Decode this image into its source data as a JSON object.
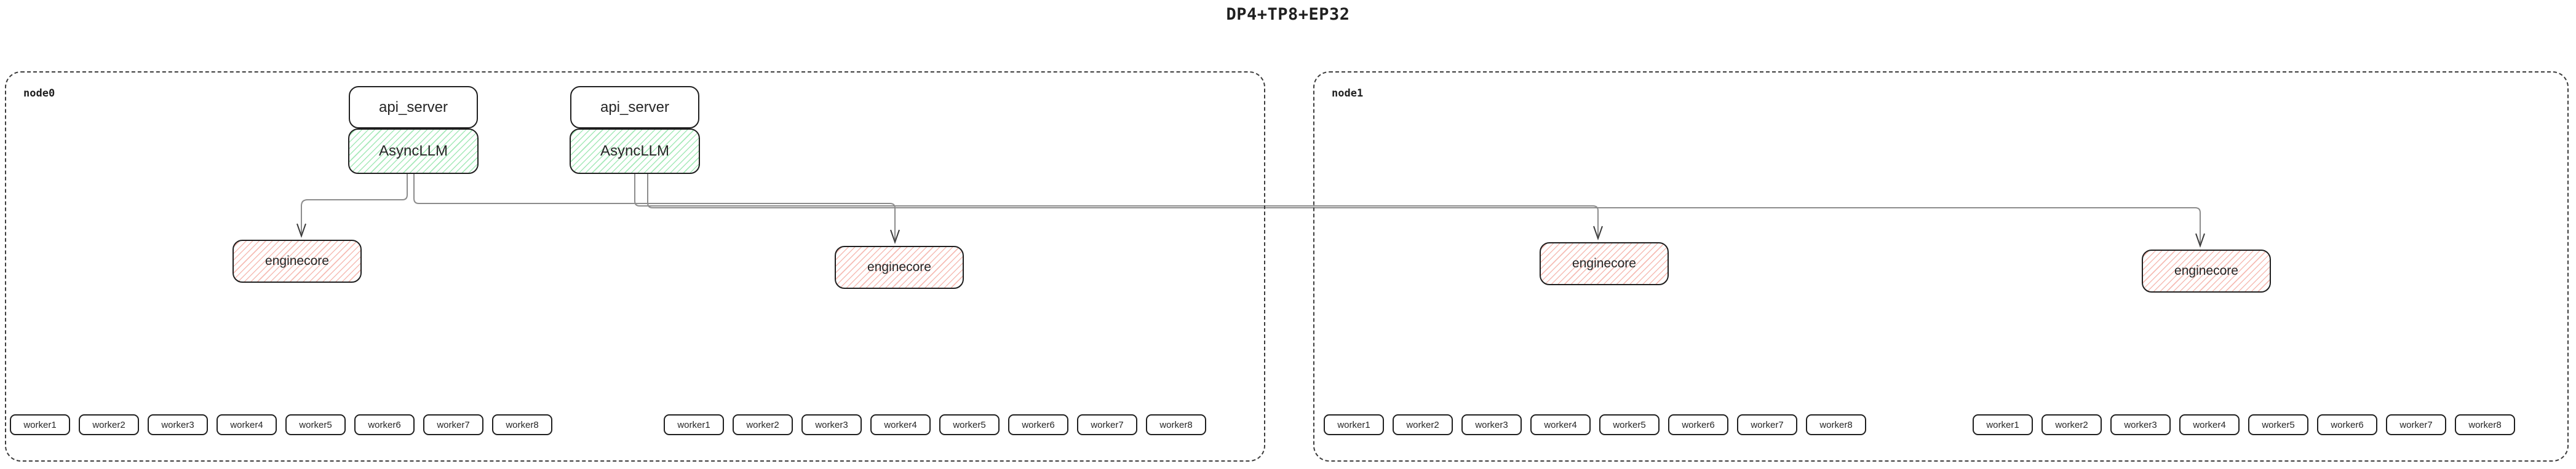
{
  "title": "DP4+TP8+EP32",
  "colors": {
    "background": "#ffffff",
    "box_border": "#1f1f1f",
    "node_dashed_border": "#3c3c3c",
    "async_llm_hatch_green": "#a5e9b8",
    "enginecore_hatch_pink": "#f6bcb4",
    "edge_line_gray": "#8c8c8c",
    "arrowhead": "#3a3a3a",
    "text": "#262626"
  },
  "nodes": [
    {
      "label": "node0",
      "stacks": [
        {
          "api_server": "api_server",
          "async_llm": "AsyncLLM"
        },
        {
          "api_server": "api_server",
          "async_llm": "AsyncLLM"
        }
      ],
      "enginecores": [
        "enginecore",
        "enginecore"
      ],
      "worker_groups": [
        [
          "worker1",
          "worker2",
          "worker3",
          "worker4",
          "worker5",
          "worker6",
          "worker7",
          "worker8"
        ],
        [
          "worker1",
          "worker2",
          "worker3",
          "worker4",
          "worker5",
          "worker6",
          "worker7",
          "worker8"
        ]
      ]
    },
    {
      "label": "node1",
      "enginecores": [
        "enginecore",
        "enginecore"
      ],
      "worker_groups": [
        [
          "worker1",
          "worker2",
          "worker3",
          "worker4",
          "worker5",
          "worker6",
          "worker7",
          "worker8"
        ],
        [
          "worker1",
          "worker2",
          "worker3",
          "worker4",
          "worker5",
          "worker6",
          "worker7",
          "worker8"
        ]
      ]
    }
  ]
}
